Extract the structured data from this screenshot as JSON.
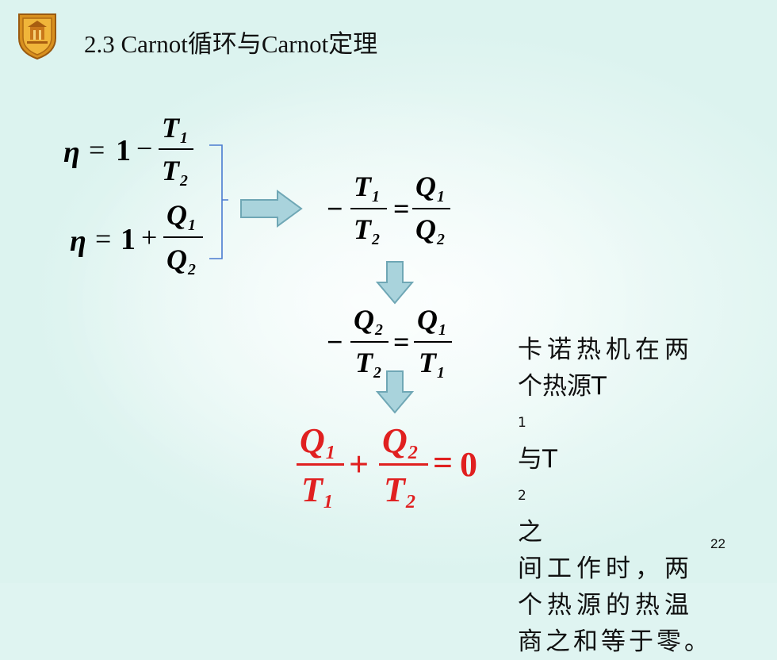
{
  "title": "2.3  Carnot循环与Carnot定理",
  "logo": {
    "icon": "school-emblem-icon"
  },
  "formulas": {
    "eta": "η",
    "eq": "=",
    "one": "1",
    "minus": "−",
    "plus": "+",
    "zero": "0",
    "T": "T",
    "Q": "Q",
    "sub1": "1",
    "sub2": "2"
  },
  "note": {
    "line1": "卡诺热机在两",
    "line2_a": "个热源T",
    "line2_b": "1",
    "line2_c": "与T",
    "line2_d": "2",
    "line2_e": "之",
    "line3": "间工作时，两",
    "line4": "个热源的热温",
    "line5": "商之和等于零。"
  },
  "colors": {
    "accent_red": "#e02020",
    "arrow_fill": "#a9d3dc",
    "arrow_stroke": "#6fa7b5",
    "brace": "#4a7bd0"
  },
  "page_number": "22"
}
